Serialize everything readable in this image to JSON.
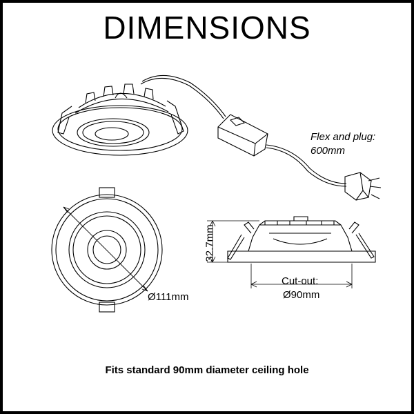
{
  "title": "DIMENSIONS",
  "labels": {
    "flex_line1": "Flex and plug:",
    "flex_line2": "600mm",
    "diameter": "Ø111mm",
    "height": "32.7mm",
    "cutout_line1": "Cut-out:",
    "cutout_line2": "Ø90mm"
  },
  "footer": "Fits standard 90mm diameter ceiling hole",
  "colors": {
    "line": "#000000",
    "background": "#ffffff",
    "border": "#000000"
  }
}
